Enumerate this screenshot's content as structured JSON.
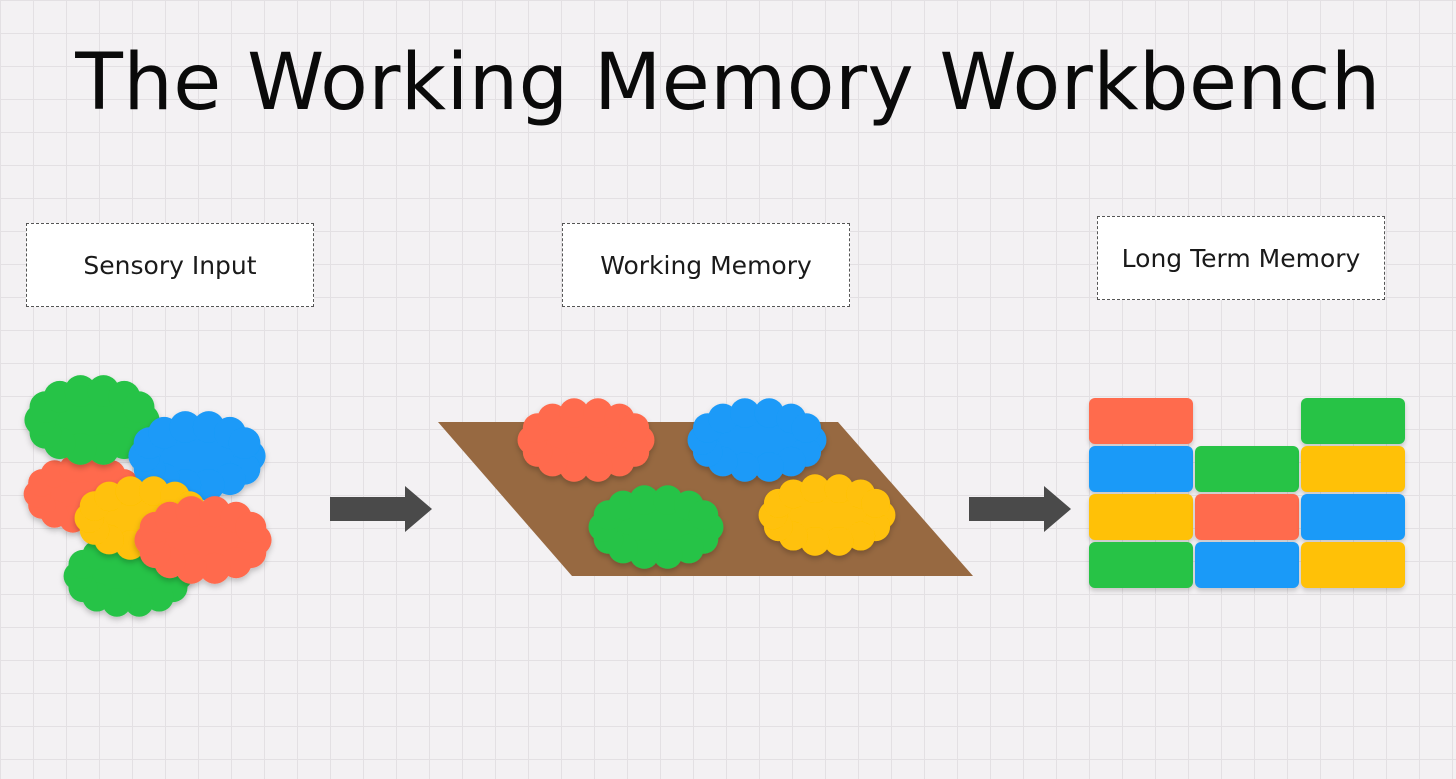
{
  "title": "The Working Memory Workbench",
  "stages": {
    "sensory": "Sensory Input",
    "working": "Working Memory",
    "longterm": "Long Term Memory"
  },
  "colors": {
    "green": "#27c346",
    "blue": "#1a9af8",
    "orange": "#ff6b4d",
    "yellow": "#ffc107",
    "workbench": "#976941",
    "arrow": "#4a4a4a"
  }
}
